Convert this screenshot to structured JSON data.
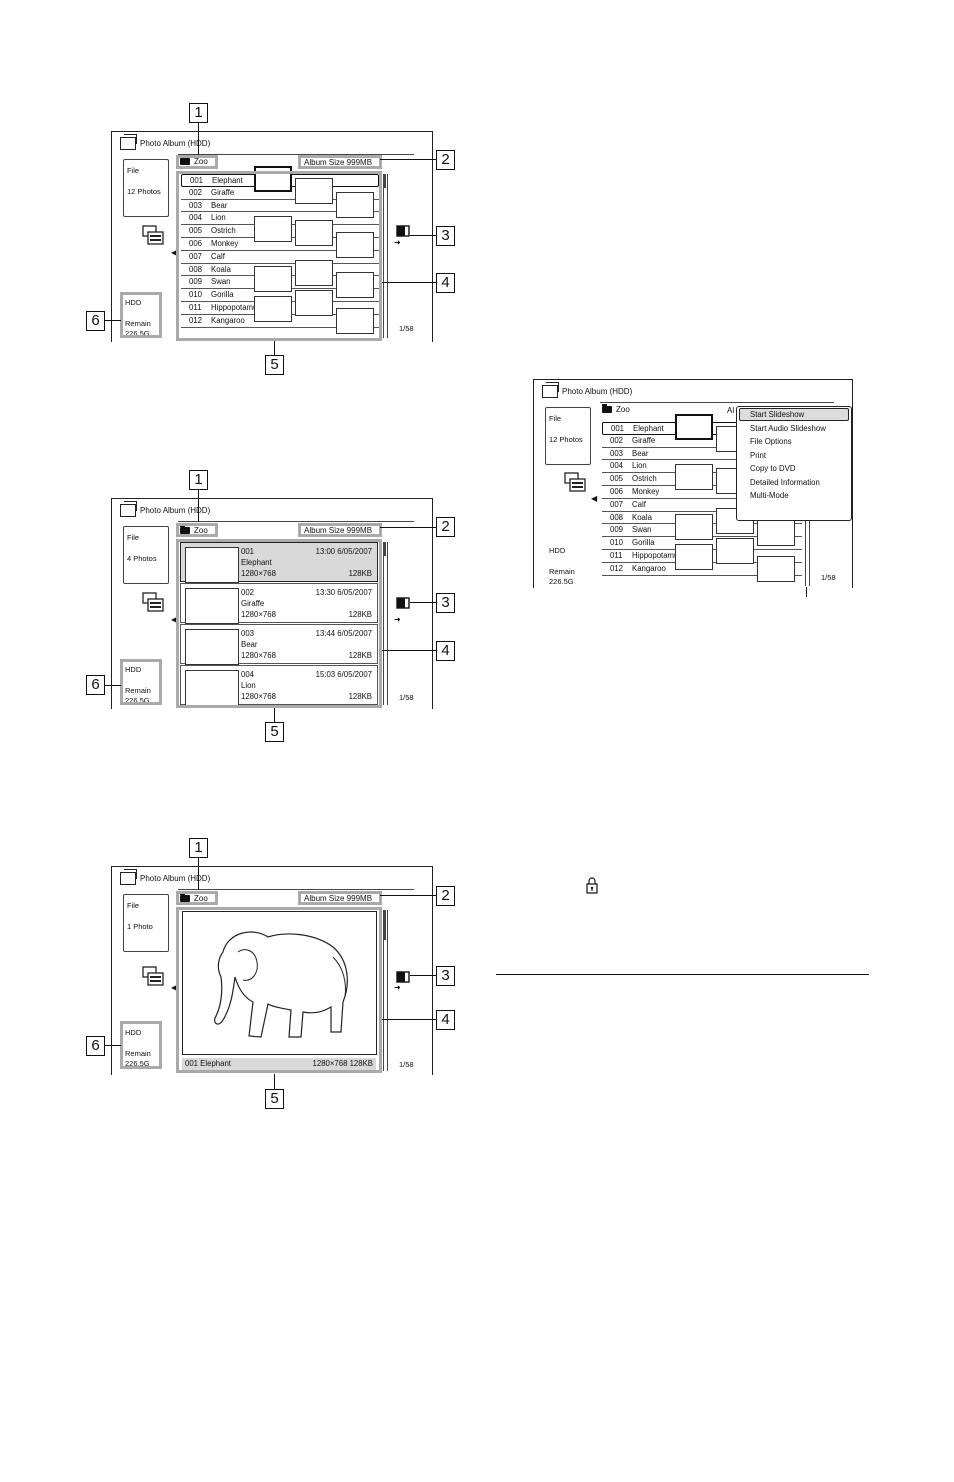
{
  "screens": {
    "title": "Photo Album (HDD)",
    "folder": "Zoo",
    "album_size": "Album Size  999MB",
    "file_label": "File",
    "page": "1/58",
    "storage": "HDD",
    "remain_label": "Remain",
    "remain_value": "226.5G"
  },
  "screen1": {
    "count": "12 Photos"
  },
  "screen2": {
    "count": "4 Photos"
  },
  "screen3": {
    "count": "1 Photo",
    "caption_name": "001 Elephant",
    "caption_info": "1280×768  128KB"
  },
  "screen4": {
    "count": "12 Photos",
    "album_partial": "Al"
  },
  "list": [
    {
      "num": "001",
      "name": "Elephant"
    },
    {
      "num": "002",
      "name": "Giraffe"
    },
    {
      "num": "003",
      "name": "Bear"
    },
    {
      "num": "004",
      "name": "Lion"
    },
    {
      "num": "005",
      "name": "Ostrich"
    },
    {
      "num": "006",
      "name": "Monkey"
    },
    {
      "num": "007",
      "name": "Calf"
    },
    {
      "num": "008",
      "name": "Koala"
    },
    {
      "num": "009",
      "name": "Swan"
    },
    {
      "num": "010",
      "name": "Gorilla"
    },
    {
      "num": "011",
      "name": "Hippopotamus"
    },
    {
      "num": "012",
      "name": "Kangaroo"
    }
  ],
  "cards": [
    {
      "num": "001",
      "time": "13:00 6/05/2007",
      "name": "Elephant",
      "res": "1280×768",
      "size": "128KB"
    },
    {
      "num": "002",
      "time": "13:30 6/05/2007",
      "name": "Giraffe",
      "res": "1280×768",
      "size": "128KB"
    },
    {
      "num": "003",
      "time": "13:44 6/05/2007",
      "name": "Bear",
      "res": "1280×768",
      "size": "128KB"
    },
    {
      "num": "004",
      "time": "15:03 6/05/2007",
      "name": "Lion",
      "res": "1280×768",
      "size": "128KB"
    }
  ],
  "menu": [
    "Start Slideshow",
    "Start Audio Slideshow",
    "File Options",
    "Print",
    "Copy to DVD",
    "Detailed Information",
    "Multi-Mode"
  ],
  "callouts": [
    "1",
    "2",
    "3",
    "4",
    "5",
    "6"
  ],
  "icons": [
    "photo-album-icon",
    "folder-icon",
    "display-mode-icon",
    "view-toggle-icon",
    "lock-icon",
    "left-arrow-icon",
    "right-arrow-icon"
  ]
}
